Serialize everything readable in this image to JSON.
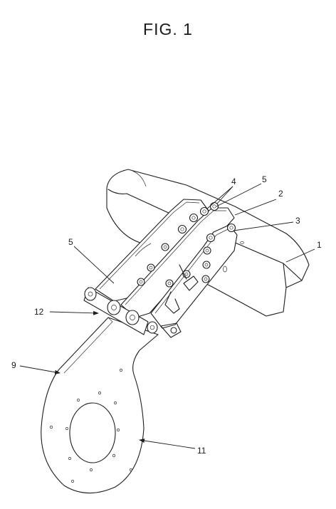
{
  "title": "FIG. 1",
  "labels": {
    "l1": "1",
    "l2": "2",
    "l3": "3",
    "l4": "4",
    "l5_top": "5",
    "l5_left": "5",
    "l9": "9",
    "l11": "11",
    "l12": "12"
  }
}
